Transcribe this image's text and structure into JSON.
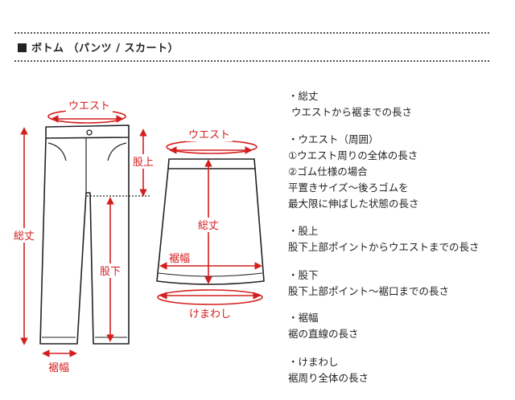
{
  "section": {
    "title": "ボトム （パンツ / スカート）"
  },
  "diagram_labels": {
    "pants_waist": "ウエスト",
    "pants_total_length": "総丈",
    "pants_rise": "股上",
    "pants_inseam": "股下",
    "pants_hem": "裾幅",
    "skirt_waist": "ウエスト",
    "skirt_total_length": "総丈",
    "skirt_hem": "裾幅",
    "skirt_sweep": "けまわし"
  },
  "definitions": [
    {
      "term": "・総丈",
      "lines": [
        "ウエストから裾までの長さ"
      ]
    },
    {
      "term": "・ウエスト（周囲）",
      "lines": [
        "①ウエスト周りの全体の長さ",
        "②ゴム仕様の場合",
        "平置きサイズ～後ろゴムを",
        "最大限に伸ばした状態の長さ"
      ]
    },
    {
      "term": "・股上",
      "lines": [
        "股下上部ポイントからウエストまでの長さ"
      ]
    },
    {
      "term": "・股下",
      "lines": [
        "股下上部ポイント～裾口までの長さ"
      ]
    },
    {
      "term": "・裾幅",
      "lines": [
        "裾の直線の長さ"
      ]
    },
    {
      "term": "・けまわし",
      "lines": [
        "裾周り全体の長さ"
      ]
    }
  ],
  "colors": {
    "accent_red": "#d41e1e",
    "line": "#222222"
  }
}
